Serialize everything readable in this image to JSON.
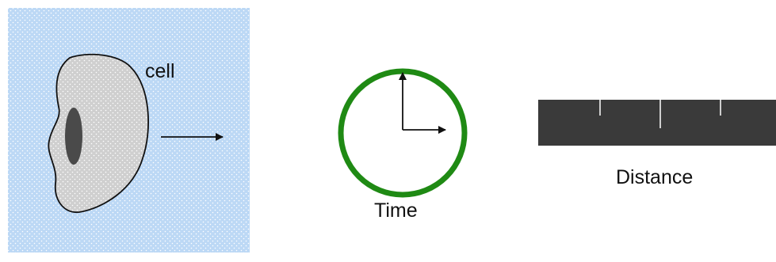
{
  "labels": {
    "cell": "cell",
    "time": "Time",
    "distance": "Distance"
  },
  "colors": {
    "background_panel": "#bcd8f5",
    "cell_fill": "#cfcfcf",
    "nucleus": "#4a4a4a",
    "clock_ring": "#1f8a14",
    "ruler": "#3a3a3a",
    "ruler_ticks": "#ffffff"
  },
  "icons": {
    "cell": "cell-shape",
    "nucleus": "nucleus-oval",
    "movement": "right-arrow",
    "clock": "clock-icon",
    "ruler": "ruler-bar"
  }
}
